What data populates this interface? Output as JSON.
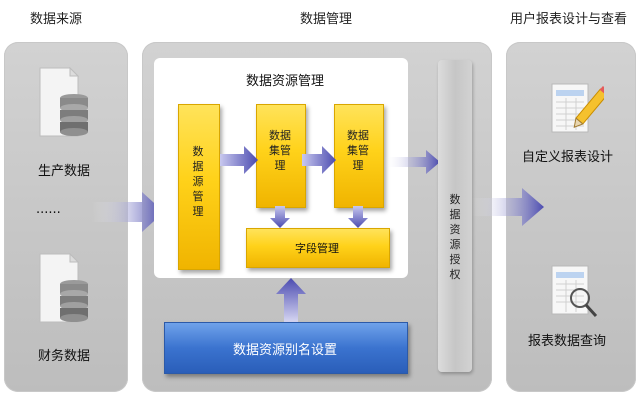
{
  "columns": {
    "sources": "数据来源",
    "management": "数据管理",
    "reports": "用户报表设计与查看"
  },
  "sources": {
    "production": "生产数据",
    "ellipsis": "......",
    "finance": "财务数据"
  },
  "management": {
    "group_title": "数据资源管理",
    "datasource": "数据源管理",
    "dataset1": "数据集管理",
    "dataset2": "数据集管理",
    "fields": "字段管理",
    "alias": "数据资源别名设置",
    "authorization": "数据资源授权"
  },
  "reports": {
    "custom_design": "自定义报表设计",
    "query": "报表数据查询"
  },
  "colors": {
    "gold": "#ffd21a",
    "blue": "#3b73cf",
    "arrow": "#5a5ab8",
    "panel": "#c9c9c9"
  }
}
